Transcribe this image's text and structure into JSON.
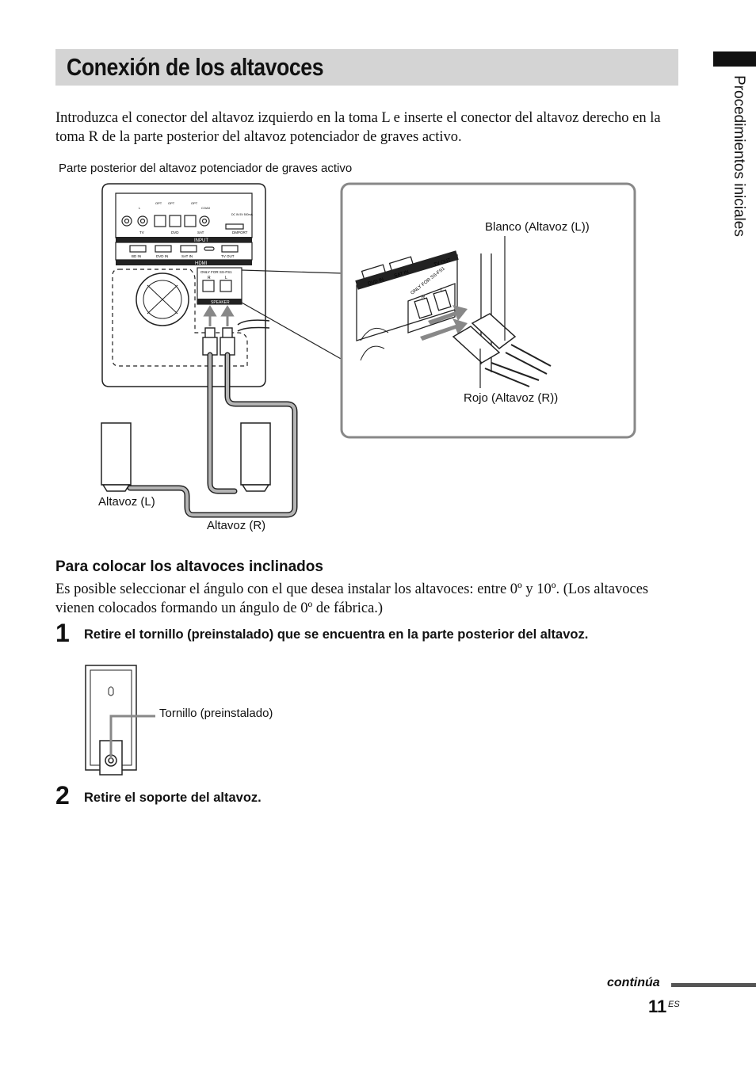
{
  "header": {
    "title": "Conexión de los altavoces",
    "side_label": "Procedimientos iniciales"
  },
  "intro": "Introduzca el conector del altavoz izquierdo en la toma L e inserte el conector del altavoz derecho en la toma R de la parte posterior del altavoz potenciador de graves activo.",
  "figure1": {
    "caption": "Parte posterior del altavoz potenciador de graves activo",
    "panel": {
      "conn_l": "L",
      "conn_opt1": "OPT",
      "conn_opt2": "OPT",
      "conn_opt3": "OPT",
      "conn_coax": "COAX",
      "dc_in": "DC IN 5V 500mA",
      "lbl_tv": "TV",
      "lbl_dvd": "DVD",
      "lbl_sat": "SAT",
      "lbl_dmport": "DMPORT",
      "input": "INPUT",
      "hdmi_bd": "BD IN",
      "hdmi_dvd": "DVD IN",
      "hdmi_sat": "SAT IN",
      "hdmi_tvout": "TV OUT",
      "hdmi": "HDMI",
      "only_for": "ONLY FOR SS-FS1",
      "spk_r": "R",
      "spk_l": "L",
      "speaker": "SPEAKER"
    },
    "zoom": {
      "dvd_in": "DVD IN",
      "sat_in": "SAT IN",
      "tv_out": "TV OUT",
      "hdmi": "HDMI",
      "only_for": "ONLY FOR SS-FS1",
      "r": "R",
      "l": "L",
      "label_white": "Blanco (Altavoz (L))",
      "label_red": "Rojo (Altavoz (R))"
    },
    "speaker_left": "Altavoz (L)",
    "speaker_right": "Altavoz (R)"
  },
  "section2": {
    "heading": "Para colocar los altavoces inclinados",
    "text": "Es posible seleccionar el ángulo con el que desea instalar los altavoces: entre 0º y 10º. (Los altavoces vienen colocados formando un ángulo de 0º de fábrica.)"
  },
  "steps": [
    {
      "number": "1",
      "text": "Retire el tornillo (preinstalado) que se encuentra en la parte posterior del altavoz."
    },
    {
      "number": "2",
      "text": "Retire el soporte del altavoz."
    }
  ],
  "figure2": {
    "label": "Tornillo (preinstalado)"
  },
  "footer": {
    "continua": "continúa",
    "page": "11",
    "page_suffix": "ES"
  }
}
